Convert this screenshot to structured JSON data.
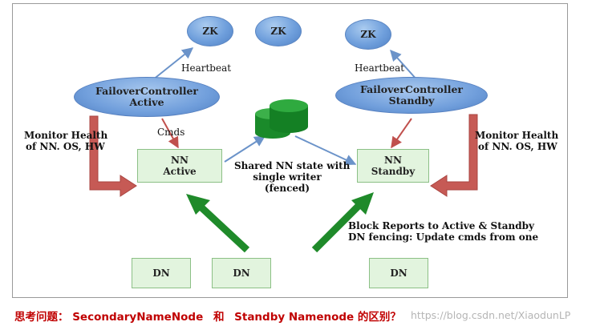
{
  "diagram": {
    "zk_nodes": [
      "ZK",
      "ZK",
      "ZK"
    ],
    "heartbeat_left": "Heartbeat",
    "heartbeat_right": "Heartbeat",
    "fc_active": {
      "line1": "FailoverController",
      "line2": "Active"
    },
    "fc_standby": {
      "line1": "FailoverController",
      "line2": "Standby"
    },
    "monitor_left": {
      "line1": "Monitor Health",
      "line2": "of NN. OS, HW"
    },
    "monitor_right": {
      "line1": "Monitor Health",
      "line2": "of NN. OS, HW"
    },
    "cmds": "Cmds",
    "nn_active": {
      "line1": "NN",
      "line2": "Active"
    },
    "nn_standby": {
      "line1": "NN",
      "line2": "Standby"
    },
    "shared_state": {
      "line1": "Shared NN state with",
      "line2": "single writer",
      "line3": "(fenced)"
    },
    "block_reports": {
      "line1": "Block Reports to Active & Standby",
      "line2": "DN fencing: Update cmds from one"
    },
    "dn_nodes": [
      "DN",
      "DN",
      "DN"
    ]
  },
  "caption": {
    "prefix": "思考问题：",
    "term1": "SecondaryNameNode",
    "conj": "和",
    "term2": "Standby Namenode",
    "suffix": "的区别？"
  },
  "watermark": "https://blog.csdn.net/XiaodunLP",
  "colors": {
    "arrow_blue": "#6b93c9",
    "arrow_red": "#c0504d",
    "arrow_green": "#1f8a2a",
    "caption_red": "#c00000"
  }
}
